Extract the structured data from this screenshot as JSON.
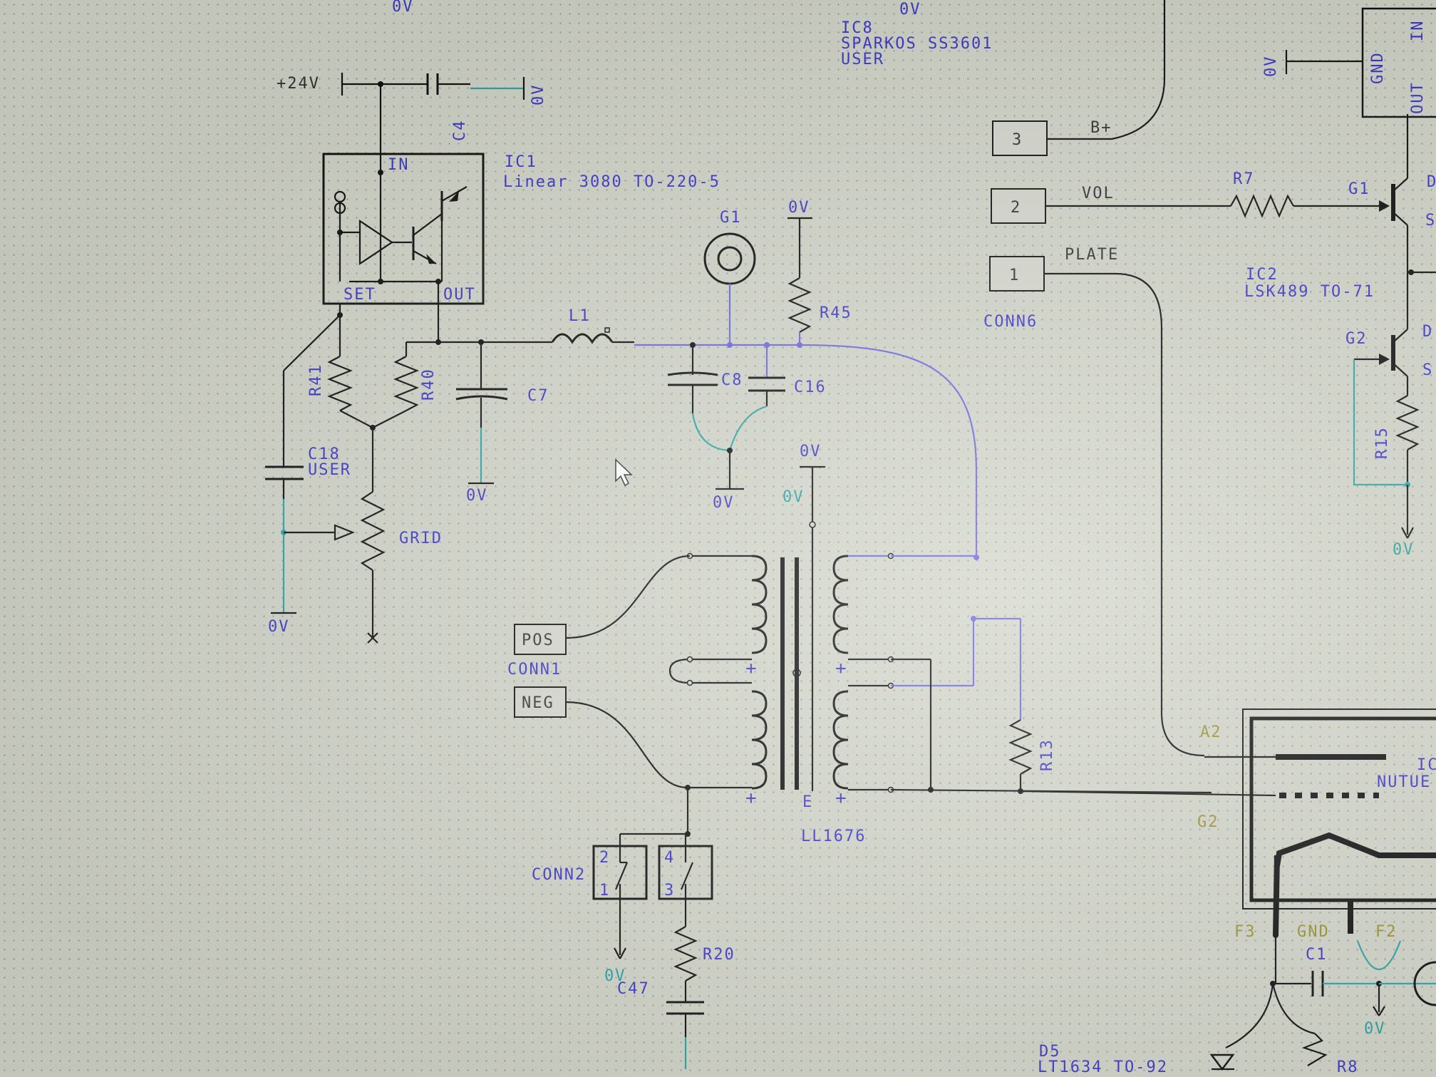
{
  "labels": {
    "ov_top_left": "0V",
    "ov_top_mid": "0V",
    "ic8_ref": "IC8",
    "ic8_part": "SPARKOS SS3601",
    "ic8_user": "USER",
    "plus24v": "+24V",
    "c4": "C4",
    "ov_c4": "0V",
    "ic1_ref": "IC1",
    "ic1_part": "Linear 3080 TO-220-5",
    "ic1_in": "IN",
    "ic1_set": "SET",
    "ic1_out": "OUT",
    "g1_conn": "G1",
    "ov_r45": "0V",
    "r45": "R45",
    "l1": "L1",
    "c8": "C8",
    "c16": "C16",
    "c7": "C7",
    "r41": "R41",
    "r40": "R40",
    "c18": "C18",
    "c18_user": "USER",
    "ov_c7": "0V",
    "ov_c8": "0V",
    "grid": "GRID",
    "ov_grid": "0V",
    "ov_xfmr_top": "0V",
    "ov_xfmr_teal": "0V",
    "conn6_pin3": "3",
    "conn6_pin2": "2",
    "conn6_pin1": "1",
    "bplus": "B+",
    "vol": "VOL",
    "plate": "PLATE",
    "conn6": "CONN6",
    "r7": "R7",
    "ic2_g1": "G1",
    "ic2_ref": "IC2",
    "ic2_part": "LSK489 TO-71",
    "ic2_g2": "G2",
    "r15": "R15",
    "ov_r15": "0V",
    "ov_reg": "0V",
    "reg_gnd": "GND",
    "reg_out": "OUT",
    "reg_in": "IN",
    "right_d1": "D",
    "right_s1": "S",
    "right_d2": "D",
    "right_s2": "S",
    "pos": "POS",
    "neg": "NEG",
    "conn1": "CONN1",
    "ll1676": "LL1676",
    "xfmr_e": "E",
    "r13": "R13",
    "a2": "A2",
    "g2_tube": "G2",
    "tube_ref": "IC",
    "tube_part": "NUTUE",
    "conn2": "CONN2",
    "sw_2": "2",
    "sw_1": "1",
    "sw_4": "4",
    "sw_3": "3",
    "r20": "R20",
    "c47": "C47",
    "ov_conn2": "0V",
    "f3": "F3",
    "gnd": "GND",
    "f2": "F2",
    "c1": "C1",
    "ov_c1": "0V",
    "d5": "D5",
    "d5_part": "LT1634 TO-92",
    "r8": "R8",
    "plus1": "+",
    "plus2": "+",
    "plus3": "+",
    "plus4": "+"
  },
  "colors": {
    "background": "#d3d6ca",
    "wire": "#111111",
    "net_highlight": "#6c68e0",
    "label_blue": "#3d37c8",
    "teal": "#2aa6a6",
    "olive": "#9a9230"
  },
  "icons": [
    "mouse-cursor-icon"
  ]
}
